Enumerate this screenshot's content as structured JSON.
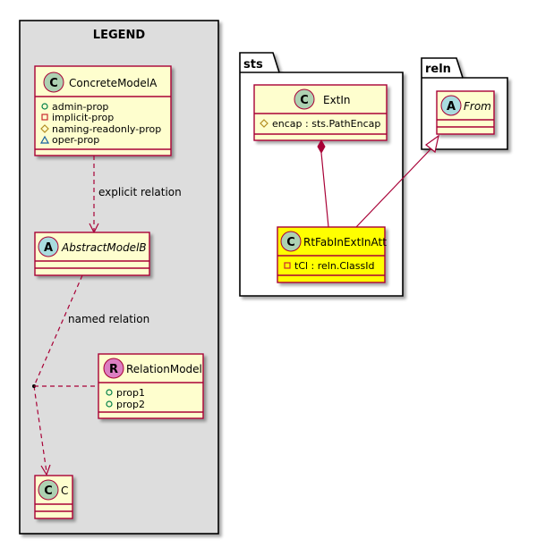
{
  "colors": {
    "class_fill": "#FEFECE",
    "class_border": "#A80036",
    "highlight_fill": "#FFFF00",
    "legend_fill": "#DDDDDD",
    "c_badge": "#ADD1B2",
    "a_badge": "#A9DCDF",
    "r_badge": "#DB7FC2",
    "public_dot": "#038048",
    "private_sq": "#C82930",
    "protected_diamond": "#B38D22",
    "package_tri": "#1963A0"
  },
  "legend": {
    "title": "LEGEND",
    "concrete_model": {
      "badge": "C",
      "name": "ConcreteModelA",
      "members": [
        "admin-prop",
        "implicit-prop",
        "naming-readonly-prop",
        "oper-prop"
      ],
      "member_icons": [
        "public-dot-icon",
        "private-square-icon",
        "protected-diamond-icon",
        "package-triangle-icon"
      ]
    },
    "abstract_model": {
      "badge": "A",
      "name": "AbstractModelB"
    },
    "relation_model": {
      "badge": "R",
      "name": "RelationModel",
      "members": [
        "prop1",
        "prop2"
      ]
    },
    "class_c": {
      "badge": "C",
      "name": "C"
    },
    "explicit_relation_label": "explicit relation",
    "named_relation_label": "named relation"
  },
  "packages": {
    "sts": {
      "name": "sts",
      "extin": {
        "badge": "C",
        "name": "ExtIn",
        "member": "encap : sts.PathEncap"
      },
      "rtfab": {
        "badge": "C",
        "name": "RtFabInExtInAtt",
        "member": "tCl : reln.ClassId"
      }
    },
    "reln": {
      "name": "reln",
      "from": {
        "badge": "A",
        "name": "From"
      }
    }
  }
}
